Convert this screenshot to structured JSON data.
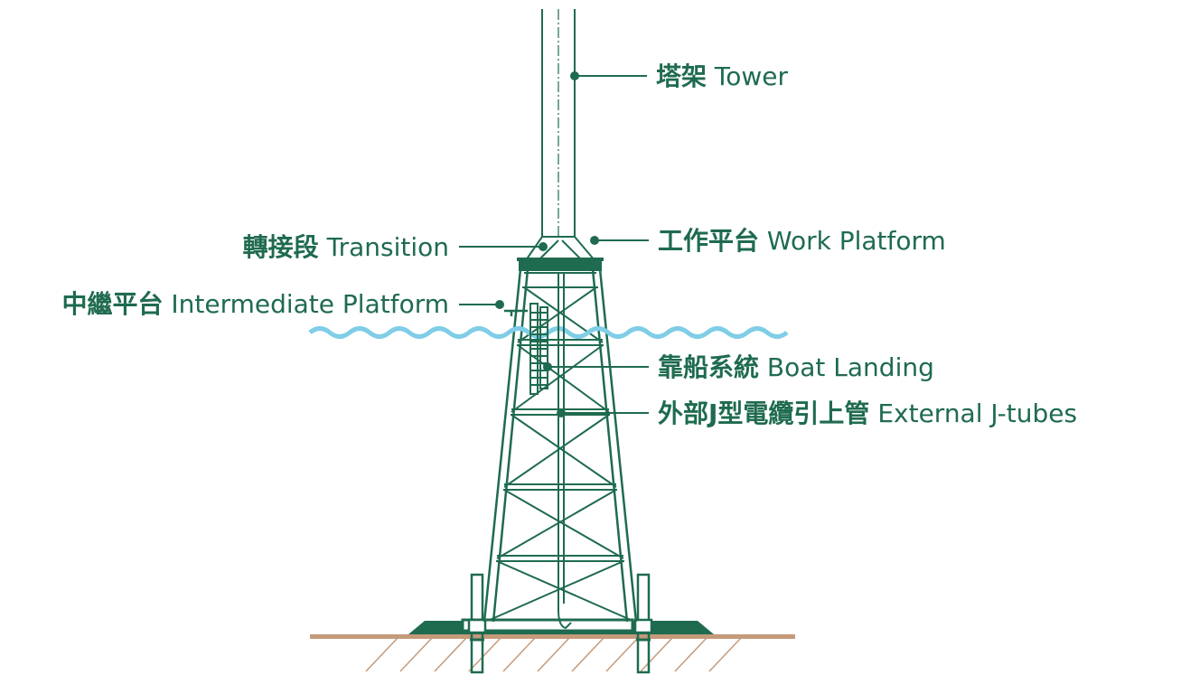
{
  "colors": {
    "structure": "#1f6b4f",
    "water": "#7fcde6",
    "seabed": "#c49a7a",
    "background": "#ffffff"
  },
  "labels": {
    "tower": {
      "zh": "塔架",
      "en": "Tower"
    },
    "work_platform": {
      "zh": "工作平台",
      "en": "Work Platform"
    },
    "transition": {
      "zh": "轉接段",
      "en": "Transition"
    },
    "intermediate_platform": {
      "zh": "中繼平台",
      "en": "Intermediate Platform"
    },
    "boat_landing": {
      "zh": "靠船系統",
      "en": "Boat Landing"
    },
    "j_tubes": {
      "zh": "外部J型電纜引上管",
      "en": "External J-tubes"
    }
  }
}
